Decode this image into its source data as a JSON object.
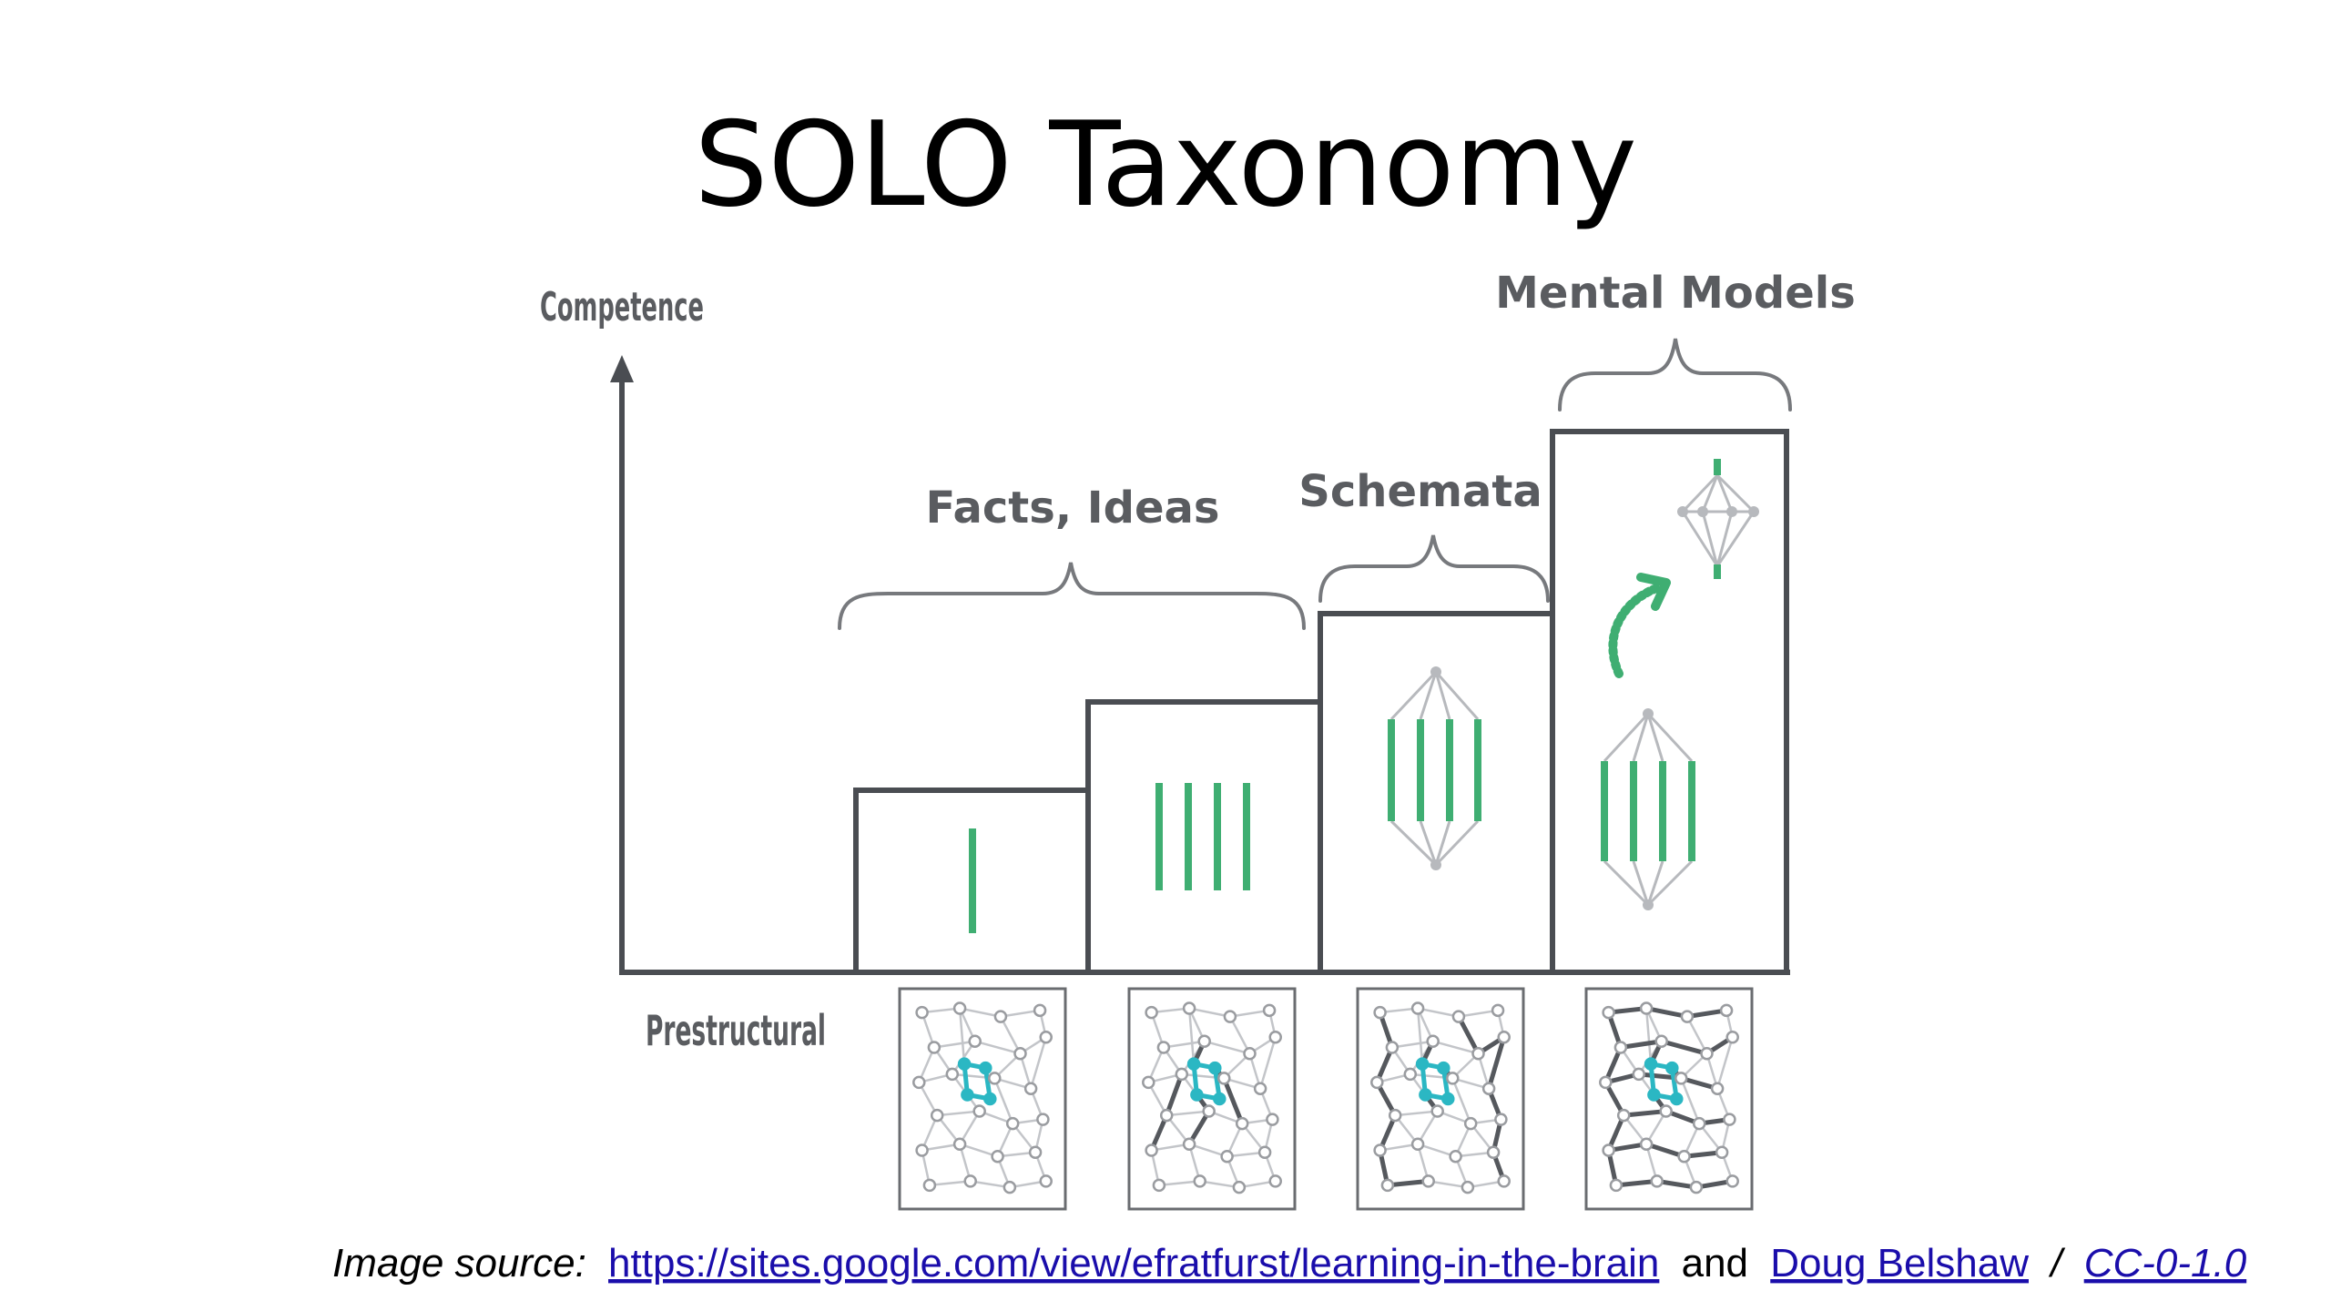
{
  "slide": {
    "title": "SOLO Taxonomy"
  },
  "diagram": {
    "y_axis_label": "Competence",
    "prestructural_label": "Prestructural",
    "brackets": {
      "facts_ideas": "Facts, Ideas",
      "schemata": "Schemata",
      "mental_models": "Mental Models"
    },
    "colors": {
      "ink": "#4a4d52",
      "bracket": "#77797d",
      "accent_green": "#3fae72",
      "accent_teal": "#2bb7c3",
      "node_gray": "#b7b9bd"
    }
  },
  "credit": {
    "prefix": "Image source:",
    "link1": "https://sites.google.com/view/efratfurst/learning-in-the-brain",
    "and": "and",
    "link2": "Doug Belshaw",
    "slash": "/",
    "link3": "CC-0-1.0"
  }
}
